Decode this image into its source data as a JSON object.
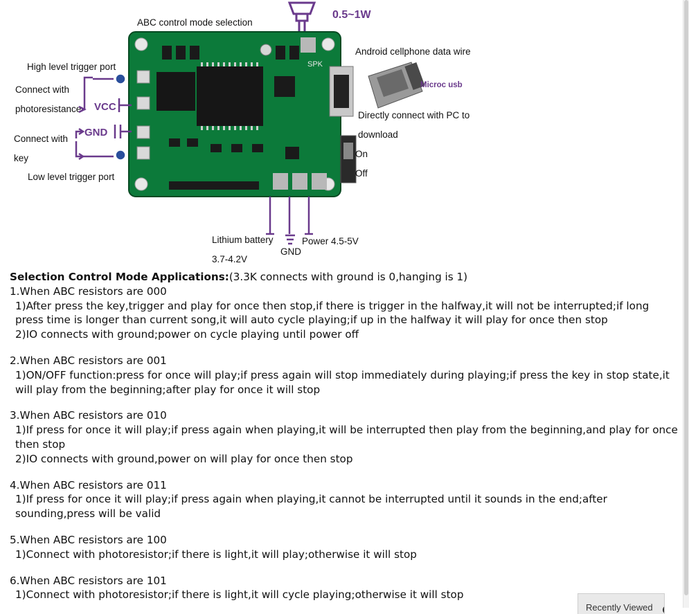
{
  "figure": {
    "labels": {
      "power_range": "0.5~1W",
      "abc_mode": "ABC control mode selection",
      "high_trigger": "High level trigger port",
      "connect_with_1": "Connect with",
      "photoresistance": "photoresistance",
      "vcc": "VCC",
      "gnd_left": "GND",
      "connect_with_2": "Connect with",
      "key": "key",
      "low_trigger": "Low level trigger port",
      "android_wire": "Android cellphone data wire",
      "micro_usb": "Microc usb",
      "pc_download_1": "Directly connect with PC to",
      "pc_download_2": "download",
      "on": "On",
      "off": "Off",
      "spk": "SPK",
      "lithium": "Lithium battery",
      "lithium_v": "3.7-4.2V",
      "power_in": "Power 4.5-5V",
      "gnd_bottom": "GND"
    },
    "colors": {
      "pcb": "#0c7a3a",
      "pcb_dark": "#085a2a",
      "chip": "#161616",
      "purple": "#6a3a8c",
      "connector": "#c8c8c8"
    }
  },
  "article": {
    "heading_bold": "Selection Control Mode Applications:",
    "heading_rest": "(3.3K connects with ground is 0,hanging is 1)",
    "sections": [
      {
        "title": "1.When ABC resistors are 000",
        "items": [
          "1)After press the key,trigger and play for once then stop,if there is trigger in the halfway,it will not be interrupted;if long press time is longer than current song,it will auto cycle playing;if up in the halfway it will play for once then stop",
          "2)IO connects with ground;power on cycle playing until power off"
        ]
      },
      {
        "title": "2.When ABC resistors are 001",
        "items": [
          "1)ON/OFF function:press for once will play;if press again will stop immediately during playing;if press the key in stop state,it will play from the beginning;after play for once it will stop"
        ]
      },
      {
        "title": "3.When ABC resistors are 010",
        "items": [
          "1)If press for once it will play;if press again when playing,it will be interrupted then play from the beginning,and play for once then stop",
          "2)IO connects with ground,power on will play for once then stop"
        ]
      },
      {
        "title": "4.When ABC resistors are 011",
        "items": [
          "1)If press for once it will play;if press again when playing,it cannot be interrupted until it sounds in the end;after sounding,press will be valid"
        ]
      },
      {
        "title": "5.When ABC resistors are 100",
        "items": [
          "1)Connect with photoresistor;if there is light,it will play;otherwise it will stop"
        ]
      },
      {
        "title": "6.When ABC resistors are 101",
        "items": [
          "1)Connect with photoresistor;if there is light,it will cycle playing;otherwise it will stop"
        ]
      }
    ]
  },
  "widget": {
    "recently_viewed": "Recently Viewed",
    "icon": "chevron-up-icon"
  }
}
